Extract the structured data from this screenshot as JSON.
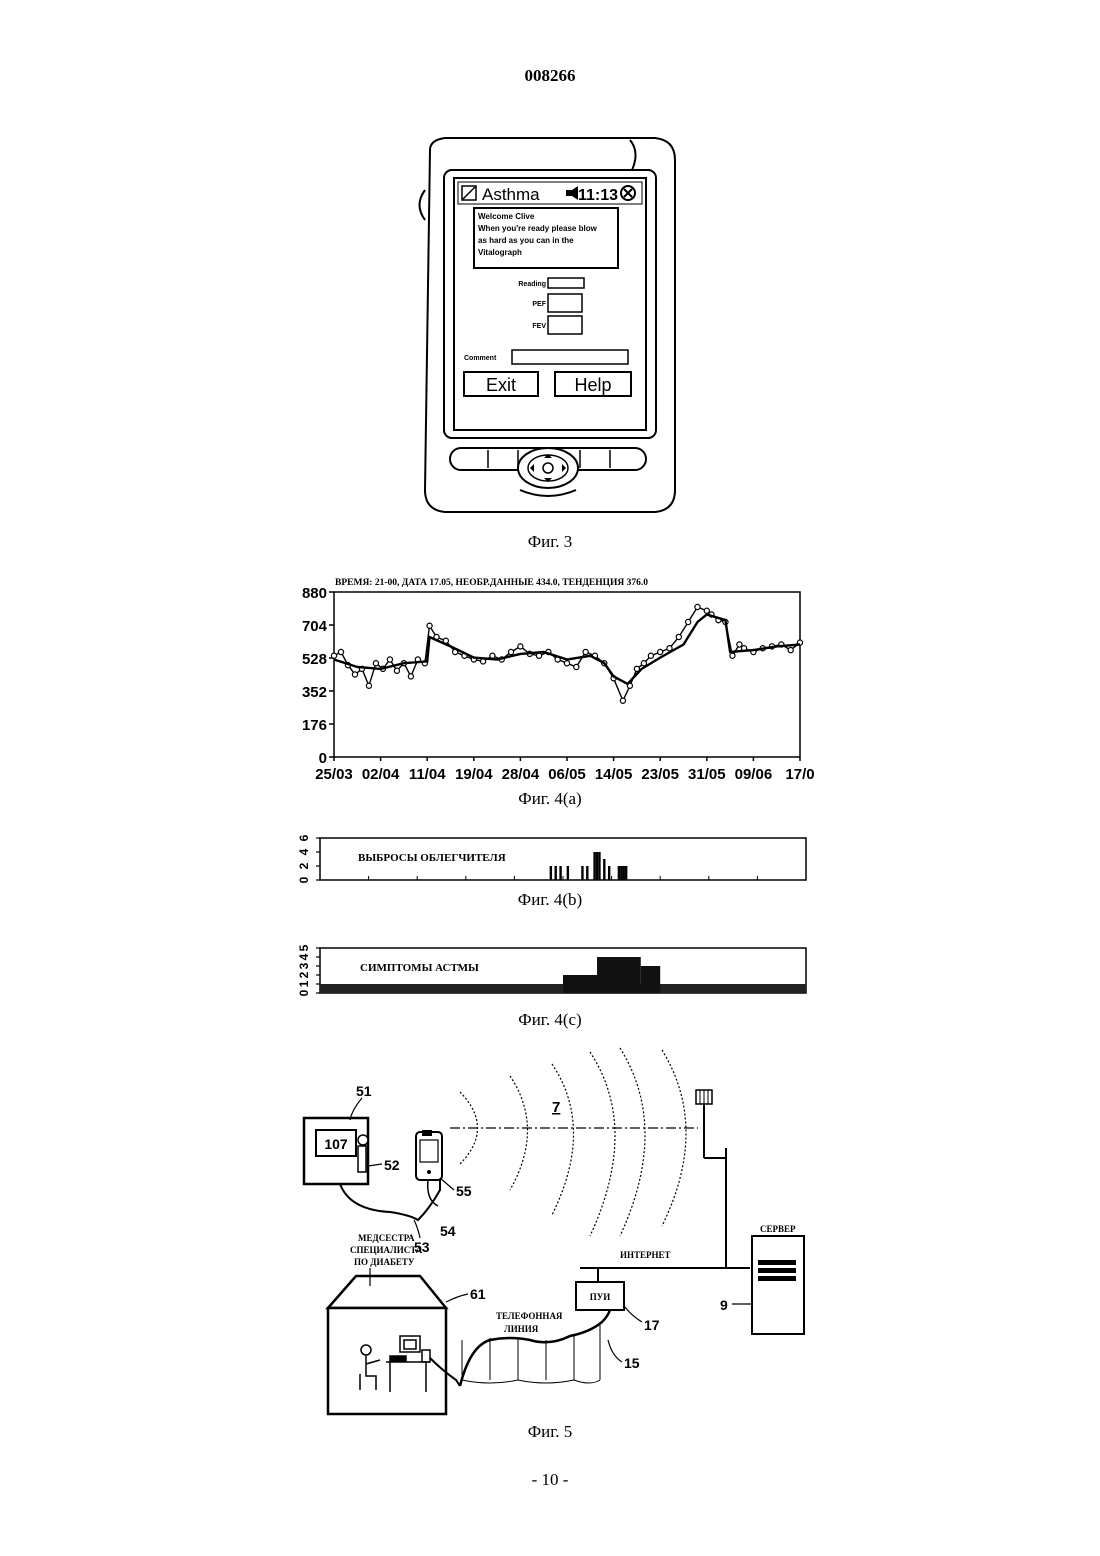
{
  "header": {
    "doc_number": "008266"
  },
  "fig3": {
    "caption": "Фиг. 3",
    "app_title": "Asthma",
    "clock": "11:13",
    "welcome_lines": [
      "Welcome Clive",
      "When you're ready please blow",
      "as hard as you can in the",
      "Vitalograph"
    ],
    "labels": {
      "reading": "Reading",
      "pef": "PEF",
      "fev": "FEV",
      "comment": "Comment"
    },
    "buttons": {
      "exit": "Exit",
      "help": "Help"
    }
  },
  "fig4a": {
    "caption": "Фиг. 4(a)",
    "title": "ВРЕМЯ: 21-00, ДАТА 17.05, НЕОБР.ДАННЫЕ 434.0, ТЕНДЕНЦИЯ 376.0"
  },
  "fig4b": {
    "caption": "Фиг. 4(b)",
    "label": "ВЫБРОСЫ ОБЛЕГЧИТЕЛЯ"
  },
  "fig4c": {
    "caption": "Фиг. 4(c)",
    "label": "СИМПТОМЫ АСТМЫ"
  },
  "fig5": {
    "caption": "Фиг. 5",
    "monitor_value": "107",
    "refs": {
      "r51": "51",
      "r52": "52",
      "r53": "53",
      "r54": "54",
      "r55": "55",
      "r7": "7",
      "r61": "61",
      "r17": "17",
      "r15": "15",
      "r9": "9"
    },
    "labels": {
      "server": "СЕРВЕР",
      "internet": "ИНТЕРНЕТ",
      "pui": "ПУИ",
      "phone_line_1": "ТЕЛЕФОННАЯ",
      "phone_line_2": "ЛИНИЯ",
      "nurse_1": "МЕДСЕСТРА",
      "nurse_2": "СПЕЦИАЛИСТА",
      "nurse_3": "ПО ДИАБЕТУ"
    }
  },
  "footer": {
    "page": "- 10 -"
  },
  "chart_data": [
    {
      "type": "line",
      "title": "ВРЕМЯ: 21-00, ДАТА 17.05, НЕОБР.ДАННЫЕ 434.0, ТЕНДЕНЦИЯ 376.0",
      "x_tick_labels": [
        "25/03",
        "02/04",
        "11/04",
        "19/04",
        "28/04",
        "06/05",
        "14/05",
        "23/05",
        "31/05",
        "09/06",
        "17/0"
      ],
      "y_ticks": [
        0,
        176,
        352,
        528,
        704,
        880
      ],
      "ylim": [
        0,
        880
      ],
      "xlim": [
        0,
        10
      ],
      "grid": false,
      "series": [
        {
          "marker": "circle",
          "x": [
            0.0,
            0.15,
            0.3,
            0.45,
            0.6,
            0.75,
            0.9,
            1.05,
            1.2,
            1.35,
            1.5,
            1.65,
            1.8,
            1.95,
            2.05,
            2.2,
            2.4,
            2.6,
            2.8,
            3.0,
            3.2,
            3.4,
            3.6,
            3.8,
            4.0,
            4.2,
            4.4,
            4.6,
            4.8,
            5.0,
            5.2,
            5.4,
            5.6,
            5.8,
            6.0,
            6.2,
            6.35,
            6.5,
            6.65,
            6.8,
            7.0,
            7.2,
            7.4,
            7.6,
            7.8,
            8.0,
            8.1,
            8.25,
            8.4,
            8.55,
            8.7,
            8.8,
            9.0,
            9.2,
            9.4,
            9.6,
            9.8,
            10.0
          ],
          "y": [
            540,
            560,
            490,
            440,
            470,
            380,
            500,
            470,
            520,
            460,
            500,
            430,
            520,
            500,
            700,
            640,
            620,
            560,
            540,
            520,
            510,
            540,
            520,
            560,
            590,
            550,
            540,
            560,
            520,
            500,
            480,
            560,
            540,
            500,
            420,
            300,
            380,
            470,
            500,
            540,
            560,
            580,
            640,
            720,
            800,
            780,
            760,
            730,
            720,
            540,
            600,
            580,
            560,
            580,
            590,
            600,
            570,
            610
          ]
        },
        {
          "name": "",
          "x": [
            0.0,
            0.5,
            1.0,
            1.5,
            2.0,
            2.05,
            2.5,
            3.0,
            3.5,
            4.0,
            4.5,
            5.0,
            5.5,
            5.8,
            6.0,
            6.3,
            6.6,
            7.0,
            7.5,
            7.8,
            8.0,
            8.4,
            8.5,
            9.0,
            9.5,
            10.0
          ],
          "y": [
            520,
            480,
            470,
            500,
            510,
            640,
            590,
            530,
            520,
            550,
            560,
            520,
            540,
            500,
            430,
            390,
            470,
            530,
            600,
            720,
            760,
            730,
            560,
            570,
            590,
            600
          ]
        }
      ]
    },
    {
      "type": "bar",
      "title": "ВЫБРОСЫ ОБЛЕГЧИТЕЛЯ",
      "y_tick_labels": [
        "0",
        "2",
        "4",
        "6"
      ],
      "ylim": [
        0,
        6
      ],
      "xlim": [
        0,
        100
      ],
      "x": [
        47.5,
        48.5,
        49.5,
        51.0,
        54.0,
        55.0,
        56.5,
        57.0,
        57.5,
        58.5,
        59.5,
        61.5,
        62.0,
        62.5,
        63.0
      ],
      "values": [
        2,
        2,
        2,
        2,
        2,
        2,
        4,
        4,
        4,
        3,
        2,
        2,
        2,
        2,
        2
      ]
    },
    {
      "type": "bar",
      "title": "СИМПТОМЫ АСТМЫ",
      "y_tick_labels": [
        "0",
        "1",
        "2",
        "3",
        "4",
        "5"
      ],
      "ylim": [
        0,
        5
      ],
      "xlim": [
        0,
        100
      ],
      "baseline_level": 1,
      "segments": [
        {
          "x_start": 50,
          "x_end": 57,
          "value": 2
        },
        {
          "x_start": 57,
          "x_end": 66,
          "value": 4
        },
        {
          "x_start": 66,
          "x_end": 70,
          "value": 3
        }
      ]
    }
  ]
}
